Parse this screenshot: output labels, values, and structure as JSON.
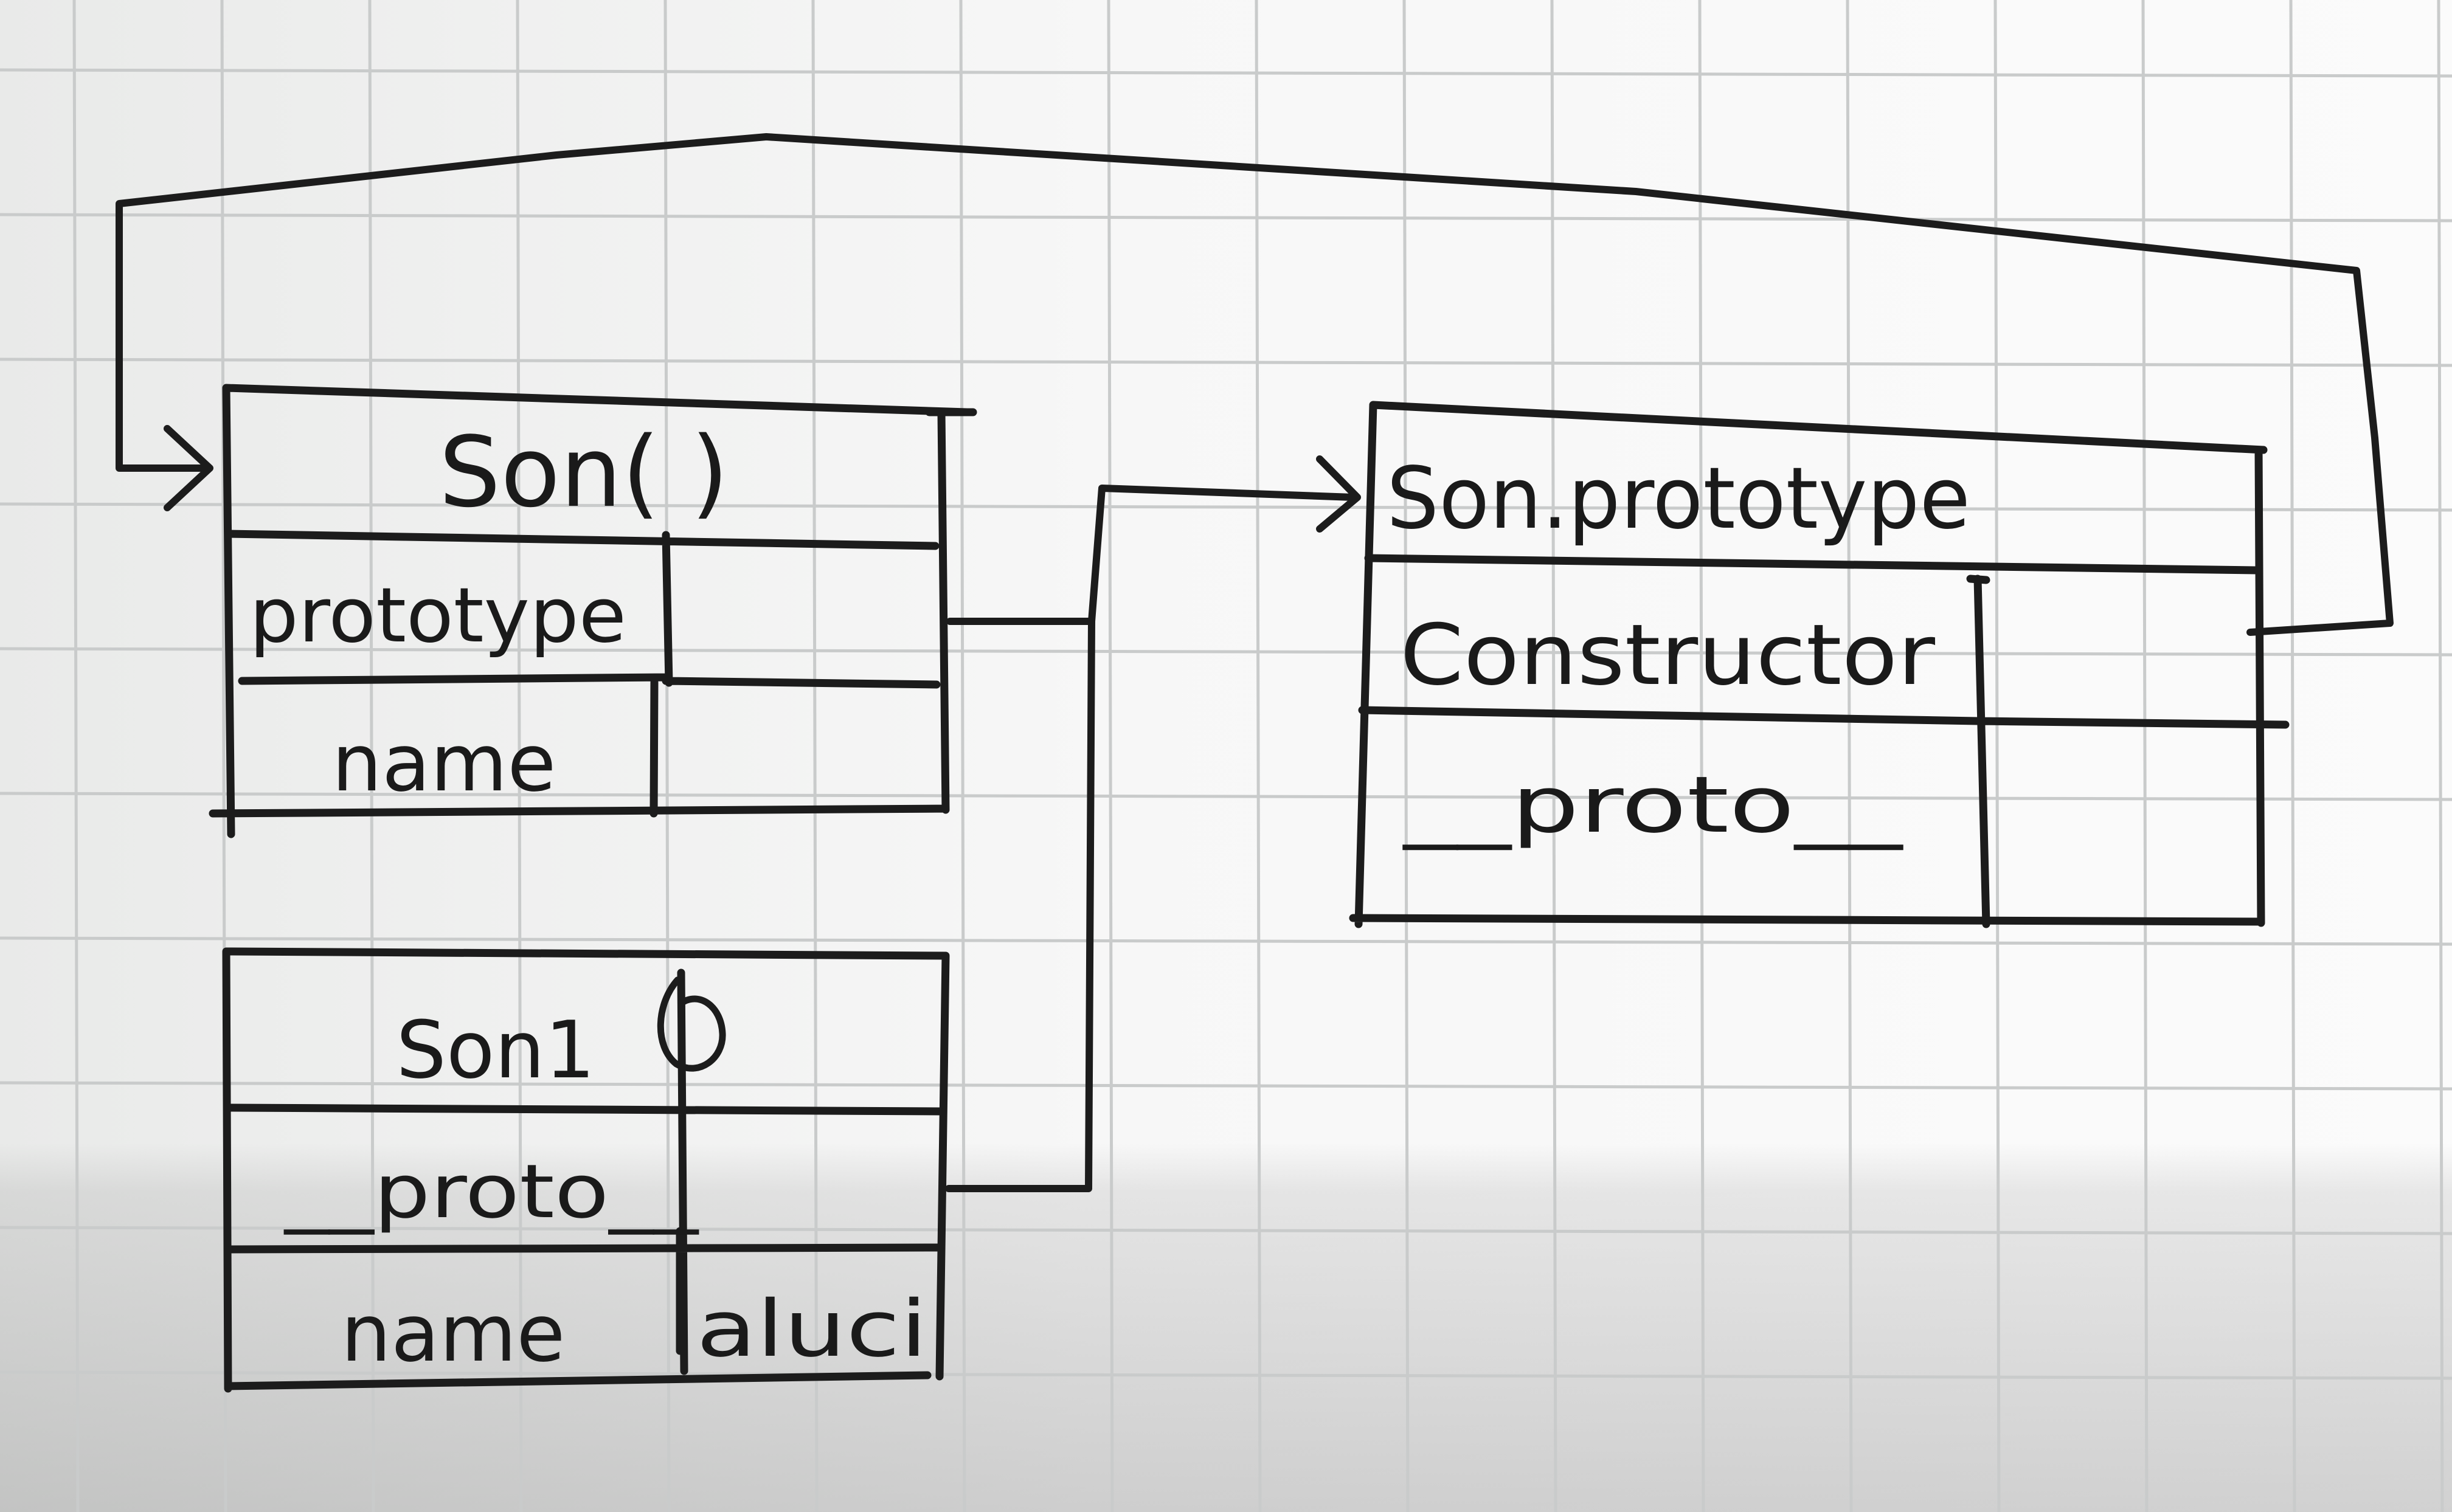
{
  "diagram": {
    "son_constructor": {
      "title": "Son( )",
      "rows": [
        {
          "label": "prototype",
          "value": ""
        },
        {
          "label": "name",
          "value": ""
        }
      ]
    },
    "son_prototype": {
      "title": "Son.prototype",
      "rows": [
        {
          "label": "Constructor",
          "value": ""
        },
        {
          "label": "__proto__",
          "value": ""
        }
      ]
    },
    "son1_instance": {
      "title": "Son1",
      "rows": [
        {
          "label": "__proto__",
          "value": ""
        },
        {
          "label": "name",
          "value": "aluci"
        }
      ]
    },
    "arrows": [
      {
        "from": "son_constructor.prototype",
        "to": "son_prototype"
      },
      {
        "from": "son1_instance.__proto__",
        "to": "son_prototype"
      },
      {
        "from": "son_prototype.Constructor",
        "to": "son_constructor"
      }
    ]
  },
  "colors": {
    "ink": "#1c1c1c",
    "paper": "#f5f5f5",
    "grid_line": "#c9cbcb"
  }
}
